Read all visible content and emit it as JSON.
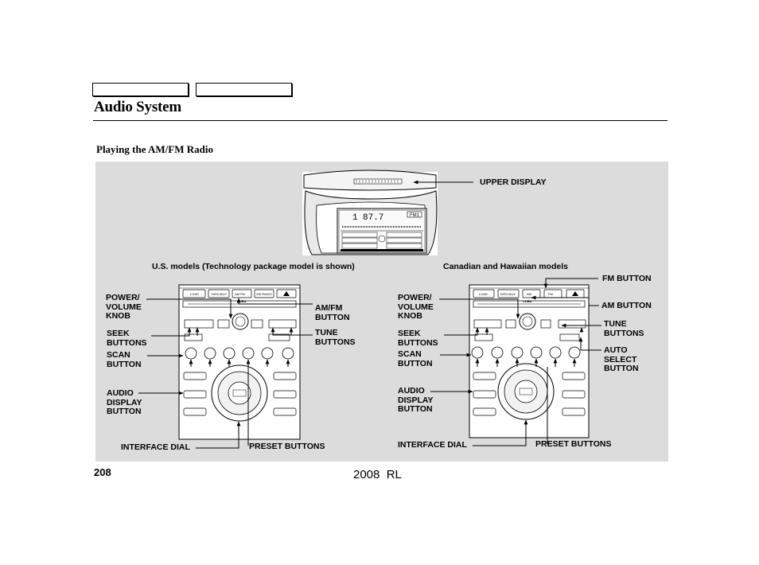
{
  "header": {
    "tabs": [
      "",
      ""
    ],
    "title": "Audio System"
  },
  "section": {
    "heading": "Playing the AM/FM Radio"
  },
  "figure": {
    "upper_display_label": "UPPER DISPLAY",
    "display_readout": {
      "preset": "1",
      "frequency": "87.7",
      "band": "FM1"
    },
    "us_caption": "U.S. models (Technology package model is shown)",
    "canadian_caption": "Canadian and Hawaiian models",
    "us_labels": {
      "power": "POWER/\nVOLUME\nKNOB",
      "seek": "SEEK\nBUTTONS",
      "scan": "SCAN\nBUTTON",
      "audio_display": "AUDIO\nDISPLAY\nBUTTON",
      "interface_dial": "INTERFACE DIAL",
      "preset": "PRESET BUTTONS",
      "amfm": "AM/FM\nBUTTON",
      "tune": "TUNE\nBUTTONS"
    },
    "can_labels": {
      "power": "POWER/\nVOLUME\nKNOB",
      "seek": "SEEK\nBUTTONS",
      "scan": "SCAN\nBUTTON",
      "audio_display": "AUDIO\nDISPLAY\nBUTTON",
      "interface_dial": "INTERFACE DIAL",
      "preset": "PRESET BUTTONS",
      "fm": "FM BUTTON",
      "am": "AM BUTTON",
      "tune": "TUNE\nBUTTONS",
      "auto_select": "AUTO\nSELECT\nBUTTON"
    }
  },
  "footer": {
    "page_number": "208",
    "model": "2008  RL"
  }
}
